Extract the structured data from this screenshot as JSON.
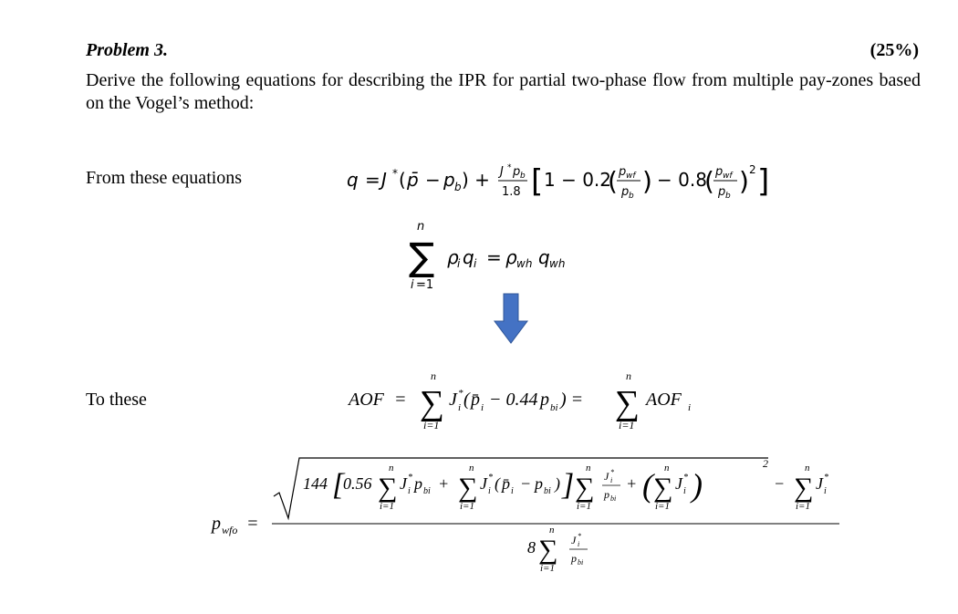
{
  "header": {
    "title": "Problem 3.",
    "weight": "(25%)"
  },
  "description": "Derive the following equations for describing the IPR for partial two-phase flow from multiple pay-zones based on the Vogel’s method:",
  "labels": {
    "from": "From these equations",
    "to": "To these"
  },
  "equations": {
    "eq1": "q = J*(p̄ − p_b) + (J* p_b / 1.8)[1 − 0.2 (p_wf/p_b) − 0.8 (p_wf/p_b)^2]",
    "eq2": "Σ_{i=1}^{n} ρ_i q_i = ρ_wh q_wh",
    "eq3": "AOF = Σ_{i=1}^{n} J_i*(p̄_i − 0.44 p_bi) = Σ_{i=1}^{n} AOF_i",
    "eq4": "p_wfo = ( sqrt(144[0.56 Σ J_i* p_bi + Σ J_i*(p̄_i − p_bi)] Σ J_i*/p_bi + (Σ J_i*)^2) − Σ J_i* ) / (8 Σ J_i*/p_bi)"
  },
  "arrow_color": "#4472C4"
}
